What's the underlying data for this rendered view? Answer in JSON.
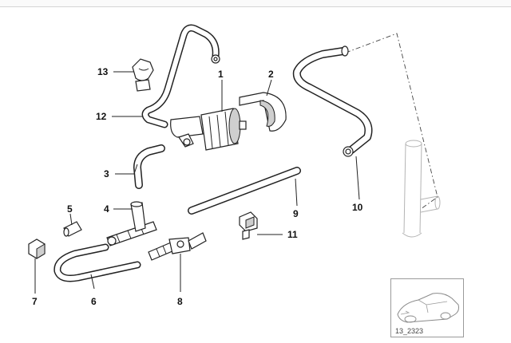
{
  "callouts": [
    "1",
    "2",
    "3",
    "4",
    "5",
    "6",
    "7",
    "8",
    "9",
    "10",
    "11",
    "12",
    "13"
  ],
  "reference_code": "13_2323"
}
